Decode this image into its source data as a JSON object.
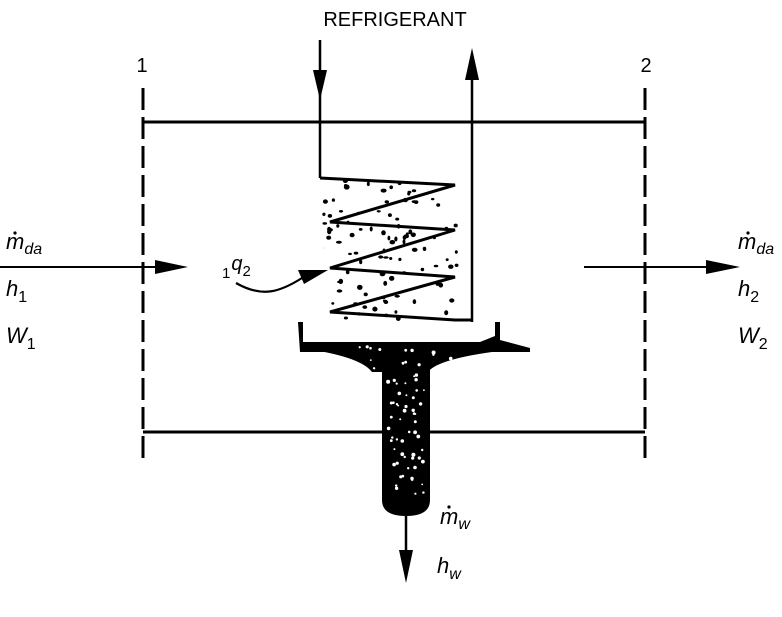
{
  "labels": {
    "refrigerant": "REFRIGERANT",
    "station_1": "1",
    "station_2": "2",
    "heat_pre": "1",
    "heat_q": "q",
    "heat_sub": "2"
  },
  "inlet": {
    "mass": "m",
    "mass_sub": "da",
    "enthalpy": "h",
    "enthalpy_sub": "1",
    "humidity": "W",
    "humidity_sub": "1"
  },
  "outlet": {
    "mass": "m",
    "mass_sub": "da",
    "enthalpy": "h",
    "enthalpy_sub": "2",
    "humidity": "W",
    "humidity_sub": "2"
  },
  "condensate": {
    "mass": "m",
    "mass_sub": "w",
    "enthalpy": "h",
    "enthalpy_sub": "w"
  }
}
